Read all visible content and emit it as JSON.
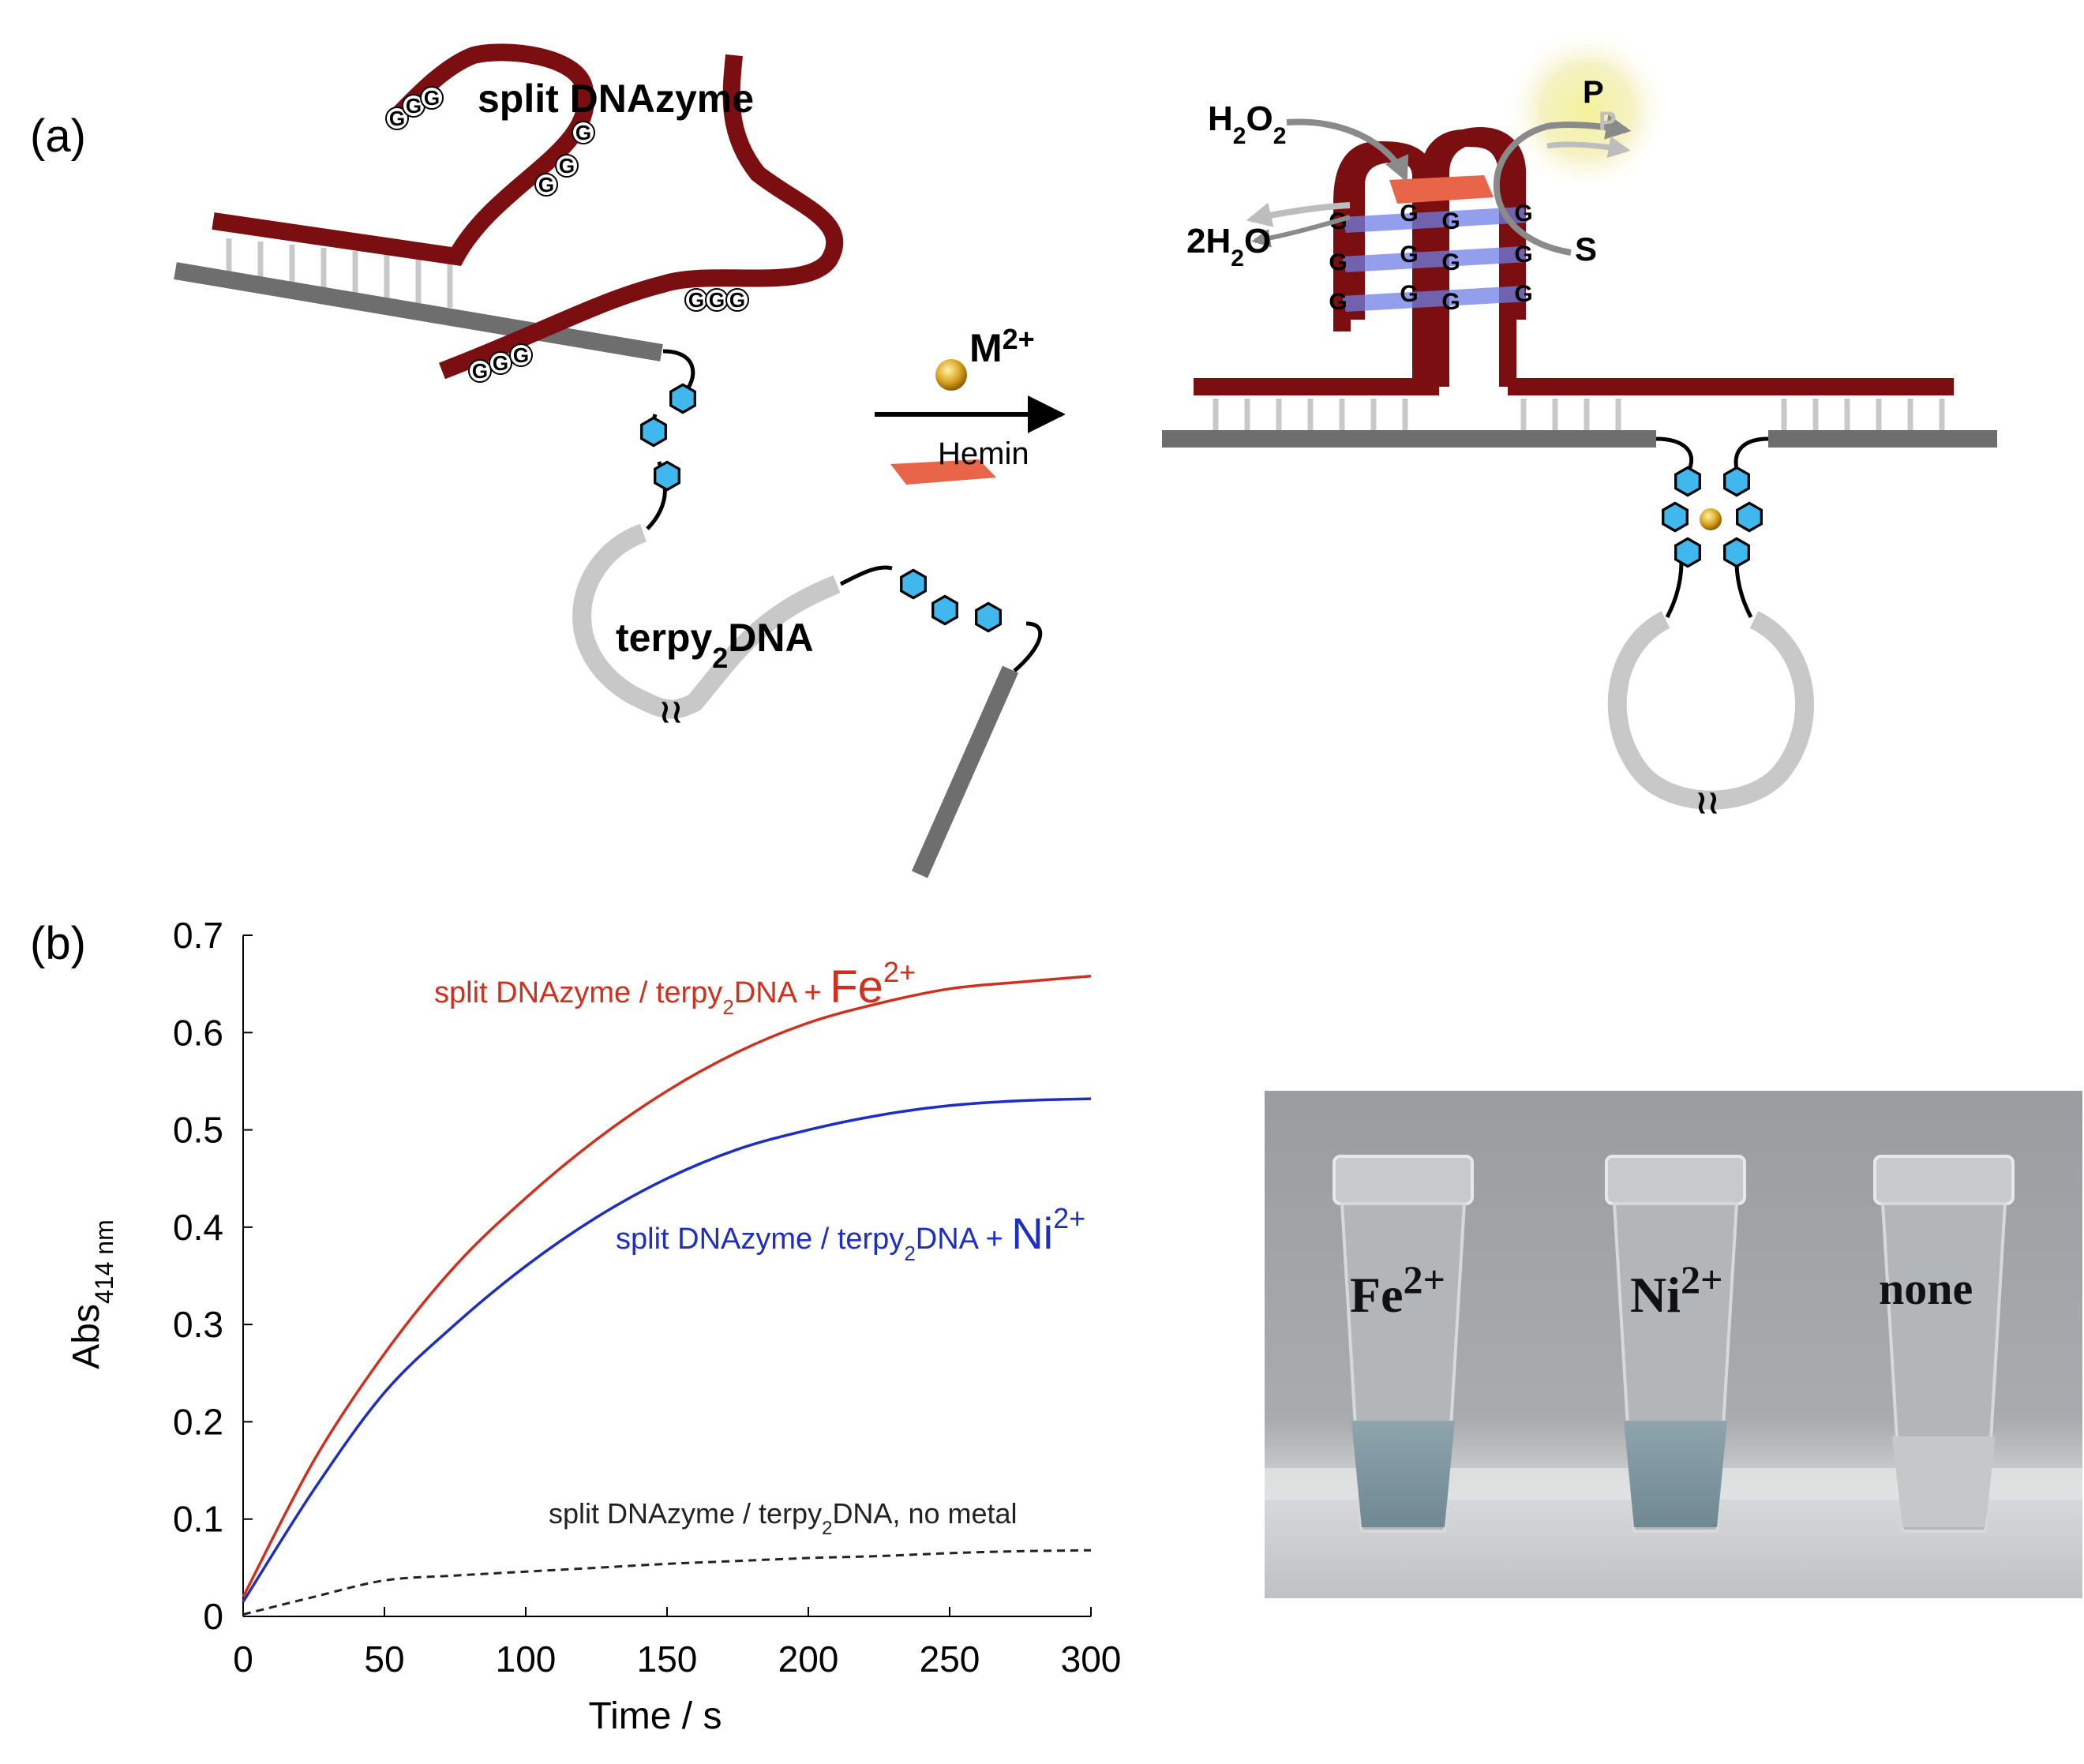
{
  "panel_a": {
    "label": "(a)",
    "split_dnazyme": "split DNAzyme",
    "terpy_pre": "terpy",
    "terpy_sub": "2",
    "terpy_post": "DNA",
    "metal_ion": "M",
    "metal_charge": "2+",
    "hemin": "Hemin",
    "g": "G",
    "h2o2_h": "H",
    "h2o2_2a": "2",
    "h2o2_o": "O",
    "h2o2_2b": "2",
    "water_pre": "2H",
    "water_sub": "2",
    "water_post": "O",
    "product": "P",
    "substrate": "S"
  },
  "panel_b": {
    "label": "(b)",
    "photo_labels": {
      "fe_base": "Fe",
      "fe_sup": "2+",
      "ni_base": "Ni",
      "ni_sup": "2+",
      "none": "none"
    }
  },
  "colors": {
    "dnazyme": "#7a0e10",
    "strand": "#6e6e6e",
    "loop": "#c8c8c8",
    "terpy_hex": "#40b8ee",
    "fe_curve": "#d0301e",
    "ni_curve": "#1f2ec2",
    "none_curve": "#222222",
    "hemin": "#e8654a",
    "metal": "#d9a320"
  },
  "chart_data": {
    "type": "line",
    "xlabel": "Time / s",
    "ylabel_base": "Abs",
    "ylabel_sub": "414 nm",
    "xlim": [
      0,
      300
    ],
    "ylim": [
      0,
      0.7
    ],
    "xticks": [
      "0",
      "50",
      "100",
      "150",
      "200",
      "250",
      "300"
    ],
    "yticks": [
      "0",
      "0.1",
      "0.2",
      "0.3",
      "0.4",
      "0.5",
      "0.6",
      "0.7"
    ],
    "x": [
      0,
      25,
      50,
      75,
      100,
      125,
      150,
      175,
      200,
      225,
      250,
      275,
      300
    ],
    "series": [
      {
        "id": "fe",
        "label_pre": "split DNAzyme / terpy",
        "label_sub": "2",
        "label_mid": "DNA + ",
        "label_ion": "Fe",
        "label_sup": "2+",
        "values": [
          0.02,
          0.16,
          0.27,
          0.36,
          0.43,
          0.49,
          0.54,
          0.58,
          0.61,
          0.63,
          0.645,
          0.652,
          0.658
        ],
        "style": "solid"
      },
      {
        "id": "ni",
        "label_pre": "split DNAzyme / terpy",
        "label_sub": "2",
        "label_mid": "DNA + ",
        "label_ion": "Ni",
        "label_sup": "2+",
        "values": [
          0.015,
          0.13,
          0.23,
          0.3,
          0.36,
          0.41,
          0.45,
          0.48,
          0.5,
          0.515,
          0.525,
          0.53,
          0.532
        ],
        "style": "solid"
      },
      {
        "id": "none",
        "label_pre": "split DNAzyme / terpy",
        "label_sub": "2",
        "label_mid": "DNA, no metal",
        "values": [
          0.002,
          0.02,
          0.037,
          0.042,
          0.046,
          0.05,
          0.054,
          0.057,
          0.06,
          0.062,
          0.065,
          0.067,
          0.068
        ],
        "style": "dashed"
      }
    ]
  }
}
